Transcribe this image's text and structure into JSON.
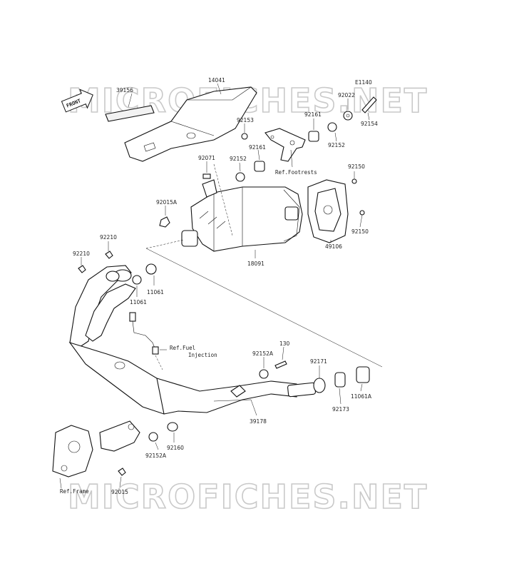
{
  "diagram": {
    "code": "E1140",
    "front_label": "FRONT",
    "watermark": "MICROFICHES.NET",
    "parts": [
      {
        "id": "p-39156",
        "label": "39156"
      },
      {
        "id": "p-14041",
        "label": "14041"
      },
      {
        "id": "p-92153",
        "label": "92153"
      },
      {
        "id": "p-92022",
        "label": "92022"
      },
      {
        "id": "p-92161a",
        "label": "92161"
      },
      {
        "id": "p-92154",
        "label": "92154"
      },
      {
        "id": "p-92152a",
        "label": "92152"
      },
      {
        "id": "p-92161b",
        "label": "92161"
      },
      {
        "id": "p-92152b",
        "label": "92152"
      },
      {
        "id": "p-92071",
        "label": "92071"
      },
      {
        "id": "p-92150a",
        "label": "92150"
      },
      {
        "id": "p-92015a",
        "label": "92015A"
      },
      {
        "id": "p-92150b",
        "label": "92150"
      },
      {
        "id": "p-49106",
        "label": "49106"
      },
      {
        "id": "p-18091",
        "label": "18091"
      },
      {
        "id": "p-92210a",
        "label": "92210"
      },
      {
        "id": "p-92210b",
        "label": "92210"
      },
      {
        "id": "p-11061a",
        "label": "11061"
      },
      {
        "id": "p-11061b",
        "label": "11061"
      },
      {
        "id": "p-130",
        "label": "130"
      },
      {
        "id": "p-92152A",
        "label": "92152A"
      },
      {
        "id": "p-92171",
        "label": "92171"
      },
      {
        "id": "p-11061A",
        "label": "11061A"
      },
      {
        "id": "p-92173",
        "label": "92173"
      },
      {
        "id": "p-39178",
        "label": "39178"
      },
      {
        "id": "p-92152A2",
        "label": "92152A"
      },
      {
        "id": "p-92160",
        "label": "92160"
      },
      {
        "id": "p-92015",
        "label": "92015"
      }
    ],
    "references": {
      "footrests": "Ref.Footrests",
      "fuel_line1": "Ref.Fuel",
      "fuel_line2": "Injection",
      "frame": "Ref.Frame"
    }
  }
}
